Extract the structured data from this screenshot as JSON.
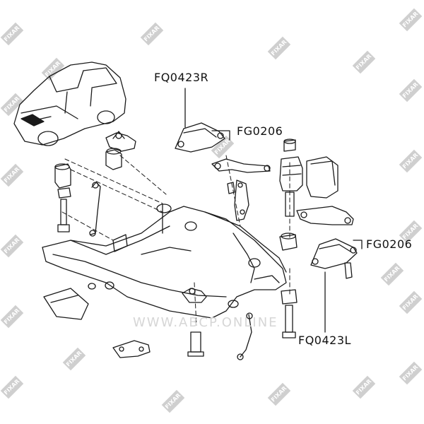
{
  "labels": {
    "top_right_arm": "FQ0423R",
    "top_right_bushing": "FG0206",
    "bottom_right_bushing": "FG0206",
    "bottom_left_arm": "FQ0423L"
  },
  "watermark": {
    "site": "WWW.ABCP.ONLINE",
    "brand": "FIXAR"
  },
  "colors": {
    "line": "#1a1a1a",
    "watermark": "#d6d6d6",
    "badge": "#cfcfcf"
  }
}
